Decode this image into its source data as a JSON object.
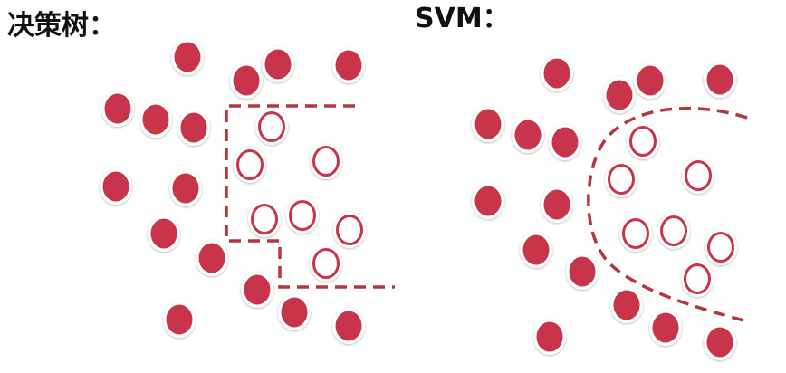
{
  "titles": {
    "decision_tree": "决策树：",
    "svm": "SVM："
  },
  "colors": {
    "filled_point": "#c8344a",
    "hollow_point_stroke": "#c8344a",
    "boundary": "#b5363f",
    "title": "#111111"
  },
  "panels": [
    {
      "id": "decision-tree",
      "filled": [
        [
          207,
          63
        ],
        [
          272,
          89
        ],
        [
          307,
          71
        ],
        [
          385,
          72
        ],
        [
          130,
          120
        ],
        [
          172,
          132
        ],
        [
          214,
          141
        ],
        [
          128,
          206
        ],
        [
          205,
          208
        ],
        [
          181,
          258
        ],
        [
          234,
          285
        ],
        [
          284,
          320
        ],
        [
          325,
          345
        ],
        [
          198,
          353
        ],
        [
          385,
          360
        ]
      ],
      "hollow": [
        [
          300,
          140
        ],
        [
          360,
          178
        ],
        [
          276,
          182
        ],
        [
          292,
          242
        ],
        [
          334,
          238
        ],
        [
          386,
          254
        ],
        [
          360,
          291
        ]
      ]
    },
    {
      "id": "svm",
      "filled": [
        [
          615,
          81
        ],
        [
          684,
          105
        ],
        [
          718,
          89
        ],
        [
          795,
          88
        ],
        [
          539,
          137
        ],
        [
          583,
          149
        ],
        [
          624,
          157
        ],
        [
          539,
          222
        ],
        [
          615,
          226
        ],
        [
          592,
          276
        ],
        [
          643,
          300
        ],
        [
          692,
          337
        ],
        [
          735,
          362
        ],
        [
          607,
          372
        ],
        [
          795,
          378
        ]
      ],
      "hollow": [
        [
          710,
          156
        ],
        [
          771,
          194
        ],
        [
          686,
          198
        ],
        [
          702,
          258
        ],
        [
          744,
          255
        ],
        [
          796,
          273
        ],
        [
          770,
          308
        ]
      ]
    }
  ]
}
